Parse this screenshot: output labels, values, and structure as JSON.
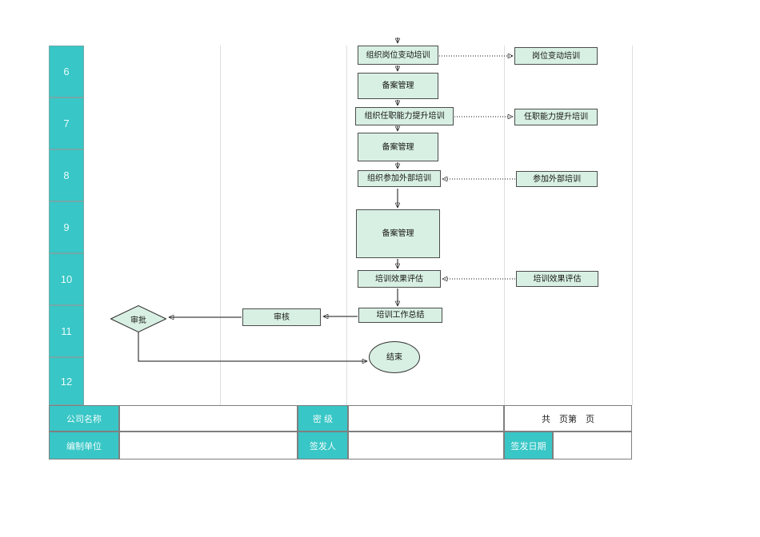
{
  "lanes": {
    "row_numbers": [
      "6",
      "7",
      "8",
      "9",
      "10",
      "11",
      "12"
    ]
  },
  "flow": {
    "center_steps": [
      "组织岗位变动培训",
      "备案管理",
      "组织任职能力提升培训",
      "备案管理",
      "组织参加外部培训",
      "备案管理",
      "培训效果评估",
      "培训工作总结"
    ],
    "right_tasks": [
      "岗位变动培训",
      "任职能力提升培训",
      "参加外部培训",
      "培训效果评估"
    ],
    "review_label": "审核",
    "approve_label": "审批",
    "end_label": "结束"
  },
  "footer": {
    "company_label": "公司名称",
    "company_value": "",
    "secrecy_label": "密 级",
    "secrecy_value": "",
    "pages_text": "共　页第　页",
    "unit_label": "编制单位",
    "unit_value": "",
    "issuer_label": "签发人",
    "issuer_value": "",
    "issue_date_label": "签发日期",
    "issue_date_value": ""
  },
  "colors": {
    "teal": "#38c6c6",
    "mint": "#d8f0e3",
    "grid": "#7f7f7f",
    "lane": "#dedede",
    "ink": "#161616"
  }
}
